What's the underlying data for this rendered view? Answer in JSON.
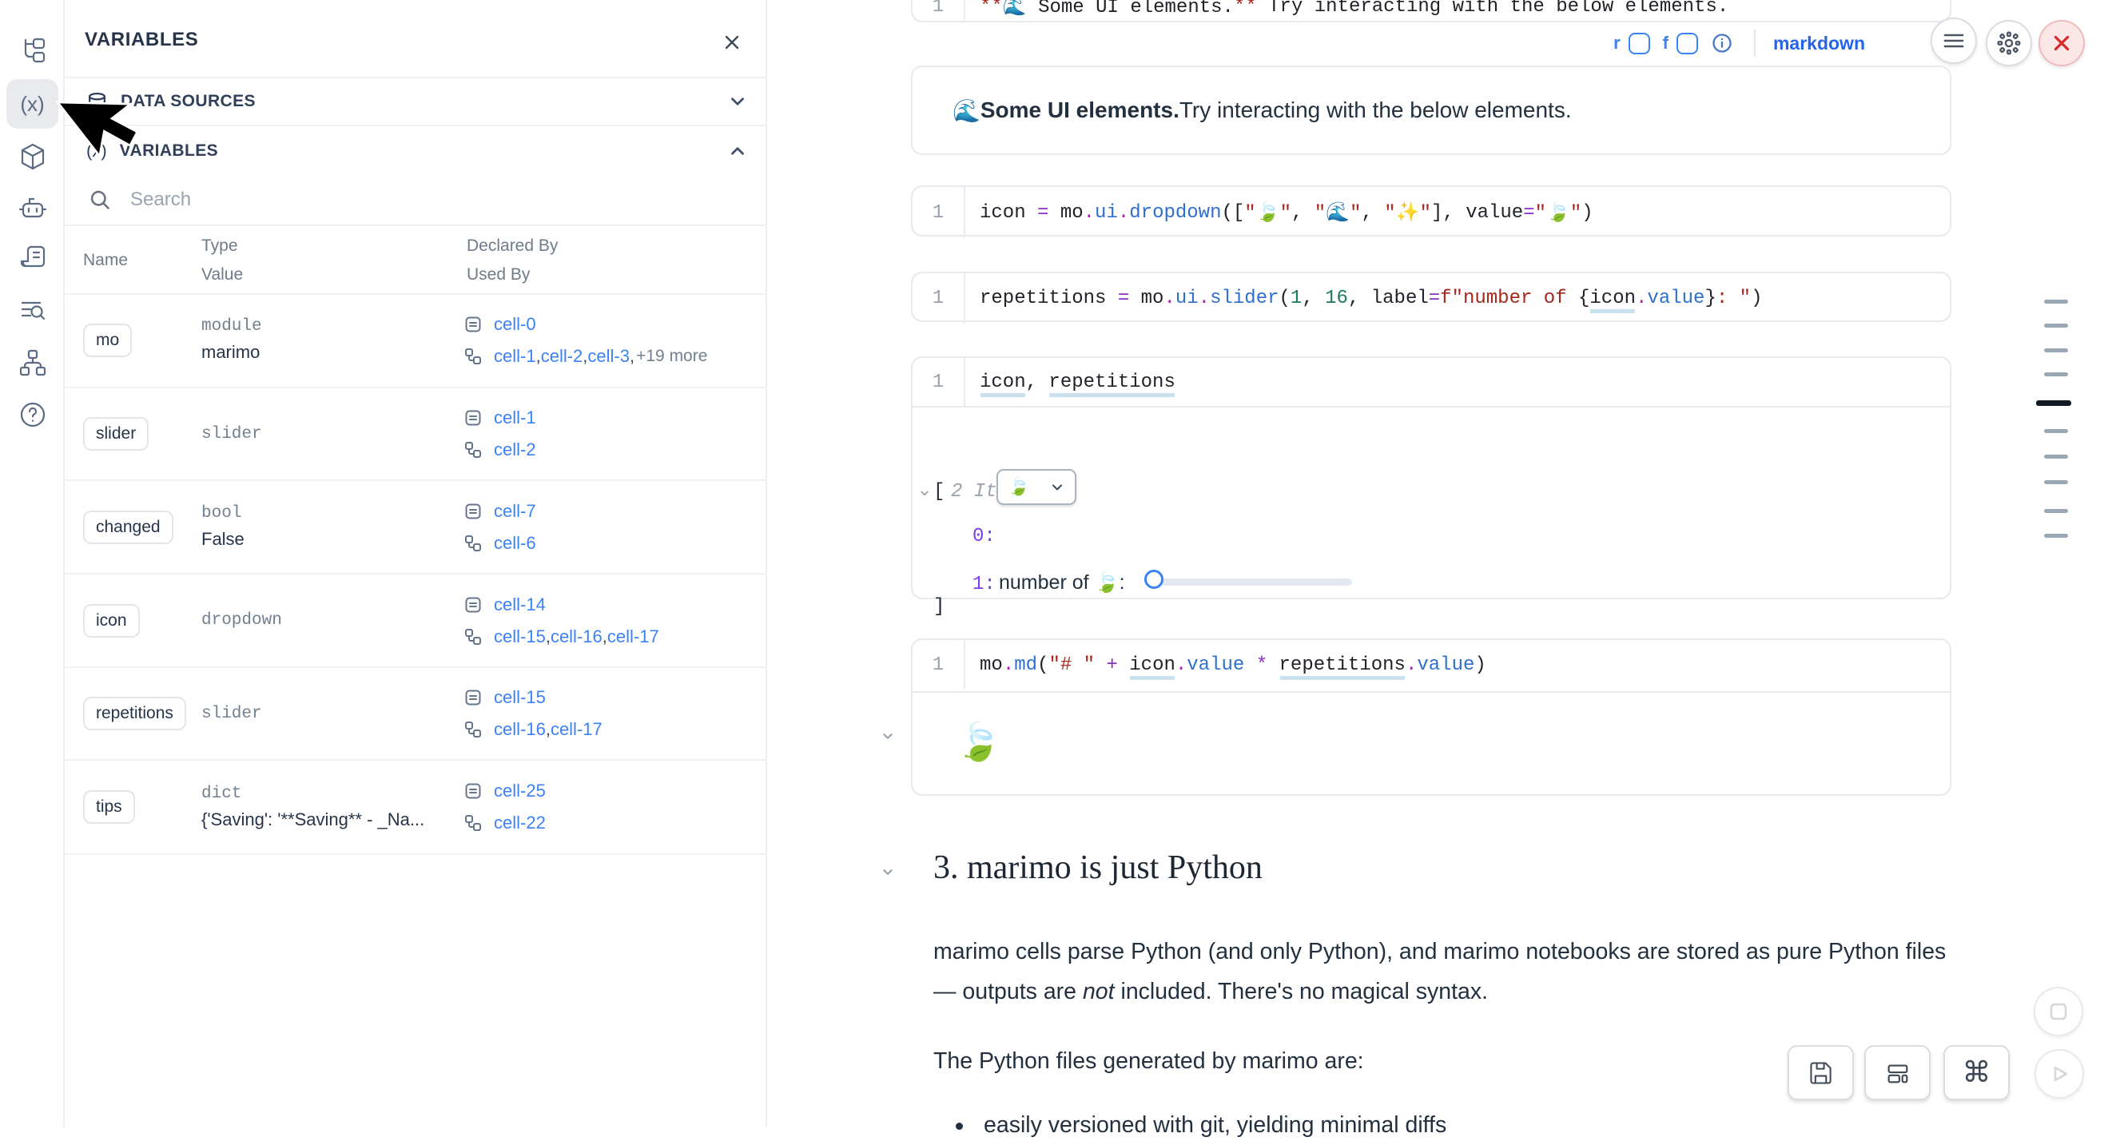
{
  "sidebar": {
    "items": [
      {
        "name": "file-tree"
      },
      {
        "name": "variables",
        "glyph": "(x)",
        "active": true
      },
      {
        "name": "packages"
      },
      {
        "name": "ai-assistant"
      },
      {
        "name": "scratchpad"
      },
      {
        "name": "snippets"
      },
      {
        "name": "dependencies"
      },
      {
        "name": "help",
        "glyph": "?"
      }
    ]
  },
  "panel": {
    "title": "VARIABLES",
    "sections": [
      {
        "label": "DATA SOURCES",
        "icon": "database-icon",
        "state": "collapsed"
      },
      {
        "label": "VARIABLES",
        "icon": "function-x-icon",
        "state": "expanded"
      }
    ],
    "search": {
      "placeholder": "Search"
    },
    "table": {
      "headers": {
        "name": "Name",
        "type": "Type",
        "value": "Value",
        "declared": "Declared By",
        "used": "Used By"
      },
      "rows": [
        {
          "name": "mo",
          "type": "module",
          "value": "marimo",
          "declared": [
            "cell-0"
          ],
          "used": [
            "cell-1",
            "cell-2",
            "cell-3"
          ],
          "used_more": "+19 more"
        },
        {
          "name": "slider",
          "type": "slider",
          "declared": [
            "cell-1"
          ],
          "used": [
            "cell-2"
          ]
        },
        {
          "name": "changed",
          "type": "bool",
          "value": "False",
          "declared": [
            "cell-7"
          ],
          "used": [
            "cell-6"
          ]
        },
        {
          "name": "icon",
          "type": "dropdown",
          "declared": [
            "cell-14"
          ],
          "used": [
            "cell-15",
            "cell-16",
            "cell-17"
          ]
        },
        {
          "name": "repetitions",
          "type": "slider",
          "declared": [
            "cell-15"
          ],
          "used": [
            "cell-16",
            "cell-17"
          ]
        },
        {
          "name": "tips",
          "type": "dict",
          "value": "{'Saving': '**Saving** - _Na...",
          "declared": [
            "cell-25"
          ],
          "used": [
            "cell-22"
          ]
        }
      ]
    }
  },
  "notebook": {
    "top_cell": {
      "line_no": "1",
      "tokens": [
        [
          "st",
          "**"
        ],
        [
          "p",
          "🌊 Some UI elements."
        ],
        [
          "st",
          "**"
        ],
        [
          "p",
          " Try interacting with the below elements."
        ]
      ]
    },
    "footer": {
      "r": "r",
      "f": "f",
      "lang": "markdown"
    },
    "md_output": [
      {
        "t": "🌊 "
      },
      {
        "t": "Some UI elements.",
        "b": true
      },
      {
        "t": " Try interacting with the below elements."
      }
    ],
    "cells": [
      {
        "line_no": "1",
        "tokens": [
          [
            "p",
            "icon "
          ],
          [
            "op",
            "= "
          ],
          [
            "p",
            "mo"
          ],
          [
            "dt",
            "."
          ],
          [
            "fn",
            "ui"
          ],
          [
            "dt",
            "."
          ],
          [
            "fn",
            "dropdown"
          ],
          [
            "p",
            "(["
          ],
          [
            "st",
            "\"🍃\""
          ],
          [
            "p",
            ", "
          ],
          [
            "st",
            "\"🌊\""
          ],
          [
            "p",
            ", "
          ],
          [
            "st",
            "\"✨\""
          ],
          [
            "p",
            "], value"
          ],
          [
            "op",
            "="
          ],
          [
            "st",
            "\"🍃\""
          ],
          [
            "p",
            ")"
          ]
        ]
      },
      {
        "line_no": "1",
        "tokens": [
          [
            "p",
            "repetitions "
          ],
          [
            "op",
            "= "
          ],
          [
            "p",
            "mo"
          ],
          [
            "dt",
            "."
          ],
          [
            "fn",
            "ui"
          ],
          [
            "dt",
            "."
          ],
          [
            "fn",
            "slider"
          ],
          [
            "p",
            "("
          ],
          [
            "nm",
            "1"
          ],
          [
            "p",
            ", "
          ],
          [
            "nm",
            "16"
          ],
          [
            "p",
            ", label"
          ],
          [
            "op",
            "="
          ],
          [
            "st",
            "f\"number of "
          ],
          [
            "p",
            "{"
          ],
          [
            "vr",
            "icon"
          ],
          [
            "dt",
            "."
          ],
          [
            "fn",
            "value"
          ],
          [
            "p",
            "}"
          ],
          [
            "st",
            ": \""
          ],
          [
            "p",
            ")"
          ]
        ]
      },
      {
        "line_no": "1",
        "tokens": [
          [
            "vr",
            "icon"
          ],
          [
            "p",
            ", "
          ],
          [
            "vr",
            "repetitions"
          ]
        ]
      },
      {
        "line_no": "1",
        "tokens": [
          [
            "p",
            "mo"
          ],
          [
            "dt",
            "."
          ],
          [
            "fn",
            "md"
          ],
          [
            "p",
            "("
          ],
          [
            "st",
            "\"# \""
          ],
          [
            "p",
            " "
          ],
          [
            "op",
            "+"
          ],
          [
            "p",
            " "
          ],
          [
            "vr",
            "icon"
          ],
          [
            "dt",
            "."
          ],
          [
            "fn",
            "value"
          ],
          [
            "p",
            " "
          ],
          [
            "op",
            "*"
          ],
          [
            "p",
            " "
          ],
          [
            "vr",
            "repetitions"
          ],
          [
            "dt",
            "."
          ],
          [
            "fn",
            "value"
          ],
          [
            "p",
            ")"
          ]
        ]
      }
    ],
    "tree_output": {
      "open": "[",
      "items_label": "2 Items",
      "key0": "0:",
      "dropdown_value": "🍃",
      "key1": "1:",
      "slider_label": "number of 🍃:",
      "close": "]"
    },
    "big_output": "🍃",
    "heading": "3. marimo is just Python",
    "para1": [
      {
        "t": "marimo cells parse Python (and only Python), and marimo notebooks are stored as pure Python files — outputs are "
      },
      {
        "t": "not",
        "i": true
      },
      {
        "t": " included. There's no magical syntax."
      }
    ],
    "para2": "The Python files generated by marimo are:",
    "bullets": [
      "easily versioned with git, yielding minimal diffs"
    ]
  },
  "controls": {
    "top_right": [
      {
        "name": "menu"
      },
      {
        "name": "settings"
      },
      {
        "name": "shutdown"
      }
    ],
    "bottom_right": [
      {
        "name": "save"
      },
      {
        "name": "layout"
      },
      {
        "name": "keyboard-shortcuts",
        "glyph": "⌘"
      },
      {
        "name": "interrupt"
      },
      {
        "name": "run"
      }
    ]
  },
  "minimap": {
    "mark_count": 10,
    "active_index": 4,
    "tops": [
      375,
      405,
      436,
      466,
      501,
      537,
      569,
      601,
      637,
      668
    ]
  },
  "colors": {
    "link": "#3b82f6",
    "markdown_label": "#2563eb",
    "close_red": "#d92d2d",
    "string": "#a5271d",
    "operator": "#8b2fc9",
    "dot": "#b01fb4",
    "function": "#2f6fd0",
    "number": "#1d7a5f",
    "variable_underline": "#c9e0ef",
    "minimap_mark": "#9aa7b5",
    "minimap_active": "#121a26"
  }
}
